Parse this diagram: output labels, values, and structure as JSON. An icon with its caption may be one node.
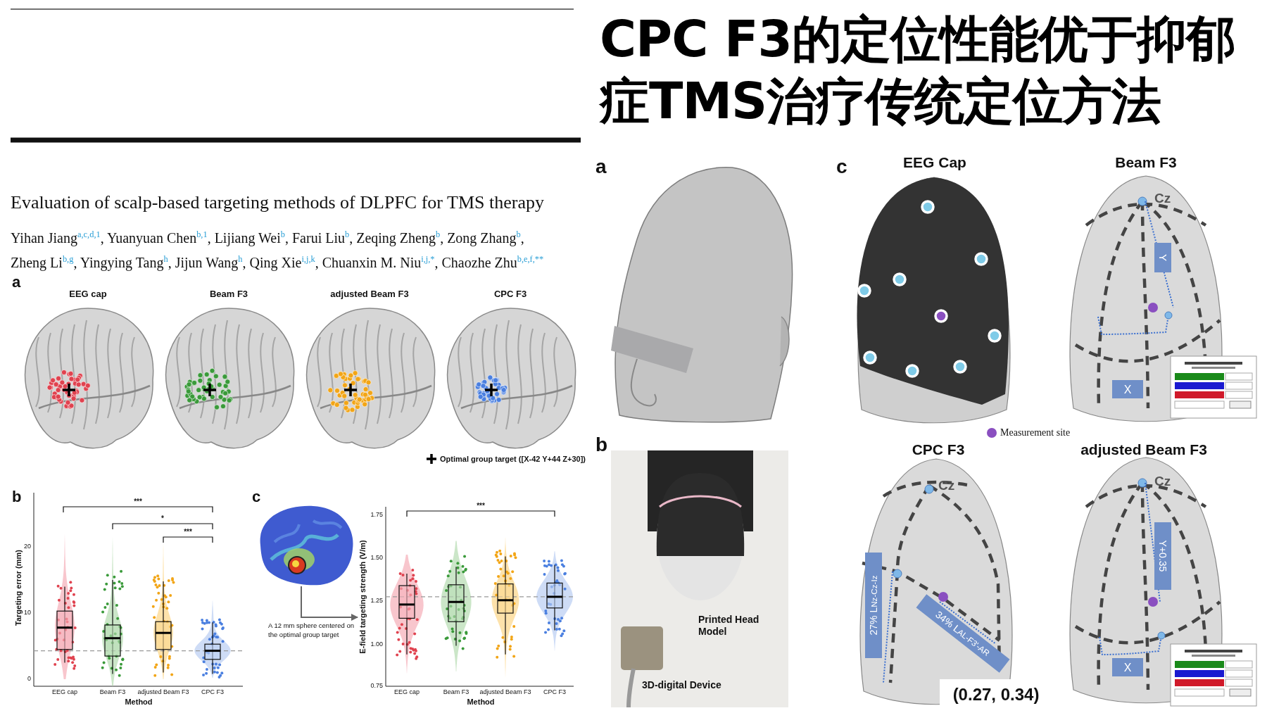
{
  "diagram": {
    "title": "CPC F3的定位性能优于抑郁症TMS治疗传统定位方法",
    "nodes": [
      {
        "text": [],
        "shape": "picture"
      },
      {
        "text": [
          "A 12 mm sphere centered on the optimal group target"
        ]
      }
    ],
    "edges": [
      {
        "from": 0,
        "to": 1,
        "arrow": "to"
      }
    ],
    "labels": [
      "Evaluation of scalp-based targeting methods of DLPFC for TMS therapy",
      "Yihan Jiang$^{a,c,d,1}$, Yuanyuan Chen$^{b,1}$, Lijiang Wei$^{b}$, Farui Liu$^{b}$, Zeqing Zheng$^{b}$, Zong Zhang$^{b}$, Zheng Li$^{b,g}$, Yingying Tang$^{h}$, Jijun Wang$^{h}$, Qing Xie$^{i,j,k}$, Chuanxin M. Niu$^{i,j,*}$, Chaozhe Zhu$^{b,e,f,**}$",
      "a",
      "EEG cap",
      "Beam F3",
      "adjusted Beam F3",
      "CPC F3",
      "b",
      "***",
      "*",
      "***",
      "20",
      "10",
      "0",
      "Targeting error (mm)",
      "EEG cap",
      "Beam F3",
      "adjusted Beam F3",
      "CPC F3",
      "Method",
      "c",
      "***",
      "1.75",
      "1.50",
      "1.25",
      "1.00",
      "0.75",
      "E-field targeting strength (V/m)",
      "EEG cap",
      "Beam F3",
      "adjusted Beam F3",
      "CPC F3",
      "Method",
      "a",
      "b",
      "Printed Head Model",
      "3D-digital Device",
      "c",
      "EEG Cap",
      "Beam F3",
      "Cz",
      "Y",
      "X",
      "CPC F3",
      "adjusted Beam F3",
      "Cz",
      "27% L$_{Nz-Cz-Iz}$",
      "34% L$_{AL-F3'-AR}$",
      "(0.27, 0.34)",
      "Cz",
      "Y+0.35",
      "X"
    ],
    "legend": [
      {
        "text": "Optimal group target ([X-42 Y+44 Z+30])"
      },
      {
        "text": "Measurement site",
        "color": "#8a4fc0"
      }
    ]
  }
}
